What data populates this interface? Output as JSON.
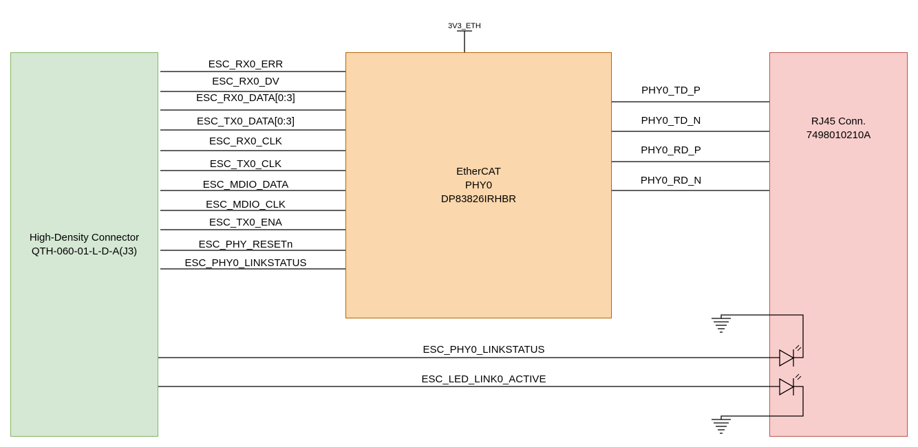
{
  "connector": {
    "line1": "High-Density Connector",
    "line2": "QTH-060-01-L-D-A(J3)"
  },
  "phy": {
    "line1": "EtherCAT",
    "line2": "PHY0",
    "line3": "DP83826IRHBR"
  },
  "rj45": {
    "line1": "RJ45 Conn.",
    "line2": "7498010210A"
  },
  "power_label": "3V3_ETH",
  "left_signals": [
    "ESC_RX0_ERR",
    "ESC_RX0_DV",
    "ESC_RX0_DATA[0:3]",
    "ESC_TX0_DATA[0:3]",
    "ESC_RX0_CLK",
    "ESC_TX0_CLK",
    "ESC_MDIO_DATA",
    "ESC_MDIO_CLK",
    "ESC_TX0_ENA",
    "ESC_PHY_RESETn",
    "ESC_PHY0_LINKSTATUS"
  ],
  "right_signals": [
    "PHY0_TD_P",
    "PHY0_TD_N",
    "PHY0_RD_P",
    "PHY0_RD_N"
  ],
  "led_signals": [
    "ESC_PHY0_LINKSTATUS",
    "ESC_LED_LINK0_ACTIVE"
  ],
  "colors": {
    "connector_fill": "#d5e8d4",
    "connector_border": "#82b366",
    "phy_fill": "#fad7ac",
    "phy_border": "#b46504",
    "rj45_fill": "#f8cecc",
    "rj45_border": "#b85450"
  }
}
